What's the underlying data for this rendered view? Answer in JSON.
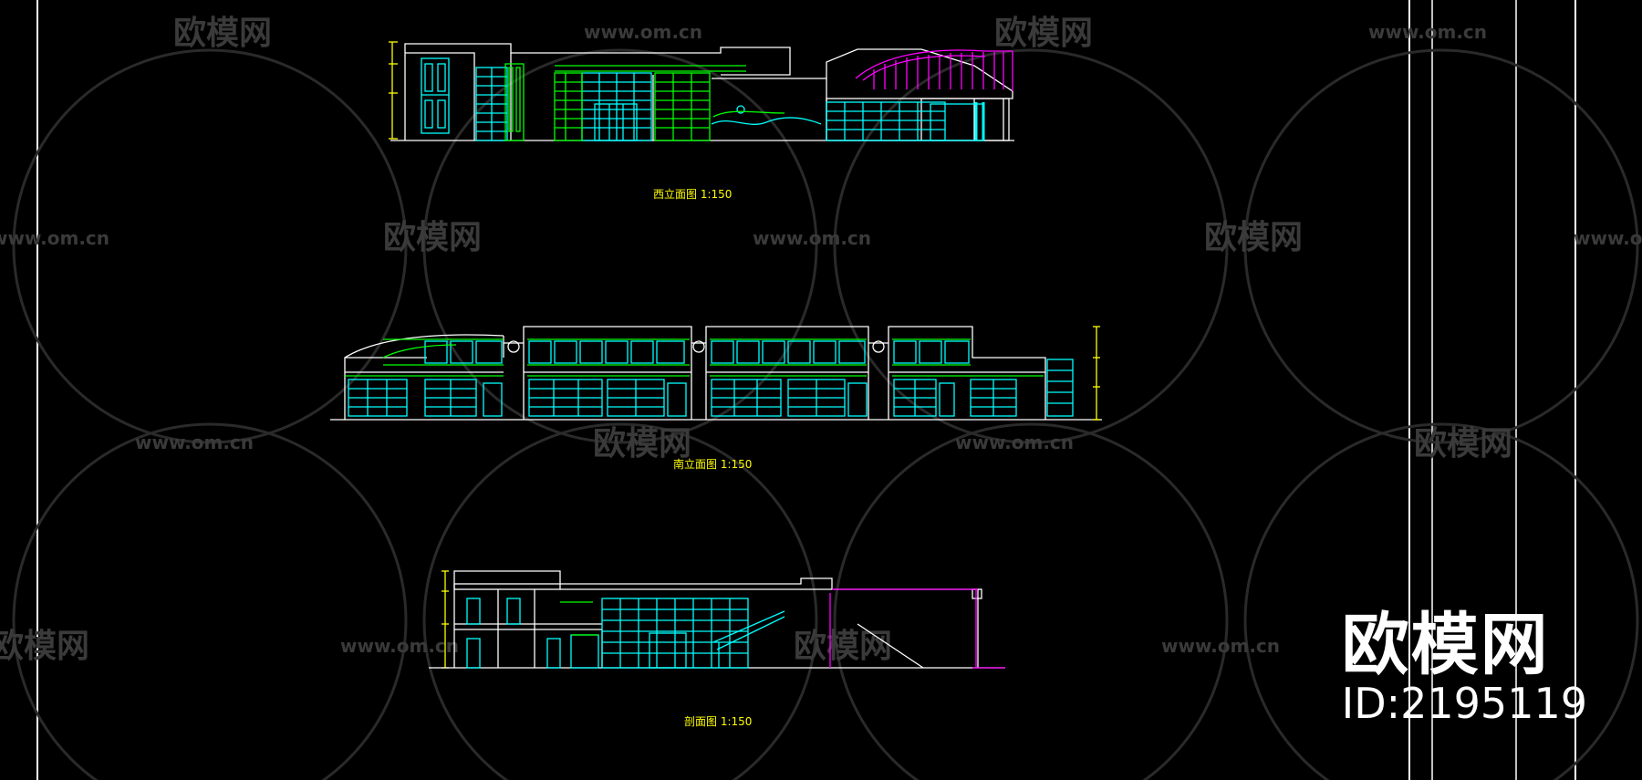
{
  "drawing": {
    "captions": {
      "west_elevation": "西立面图 1:150",
      "south_elevation": "南立面图 1:150",
      "section": "剖面图 1:150"
    }
  },
  "watermark": {
    "logo_text": "欧模网",
    "url_text": "www.om.cn"
  },
  "brand": {
    "name": "欧模网",
    "id": "ID:2195119"
  },
  "colors": {
    "background": "#000000",
    "white_line": "#ffffff",
    "cyan": "#00ffff",
    "green": "#00ff00",
    "magenta": "#ff00ff",
    "yellow": "#ffff00"
  }
}
